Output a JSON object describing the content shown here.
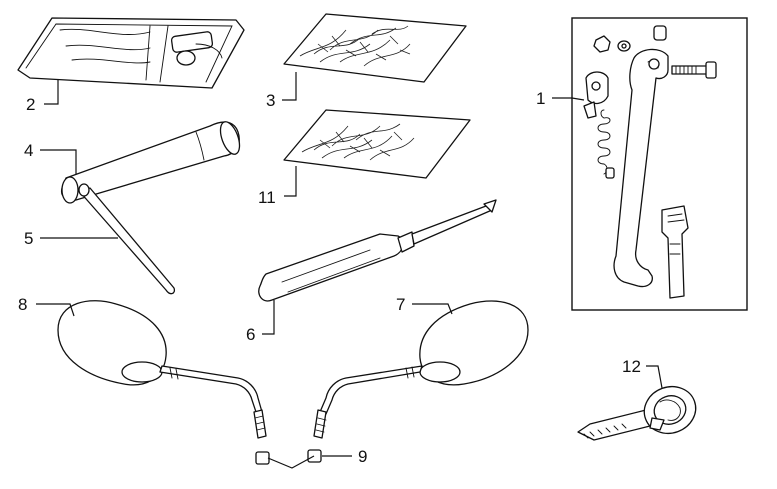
{
  "callouts": {
    "p1": "1",
    "p2": "2",
    "p3": "3",
    "p4": "4",
    "p5": "5",
    "p6": "6",
    "p7": "7",
    "p8": "8",
    "p9": "9",
    "p11": "11",
    "p12": "12"
  }
}
